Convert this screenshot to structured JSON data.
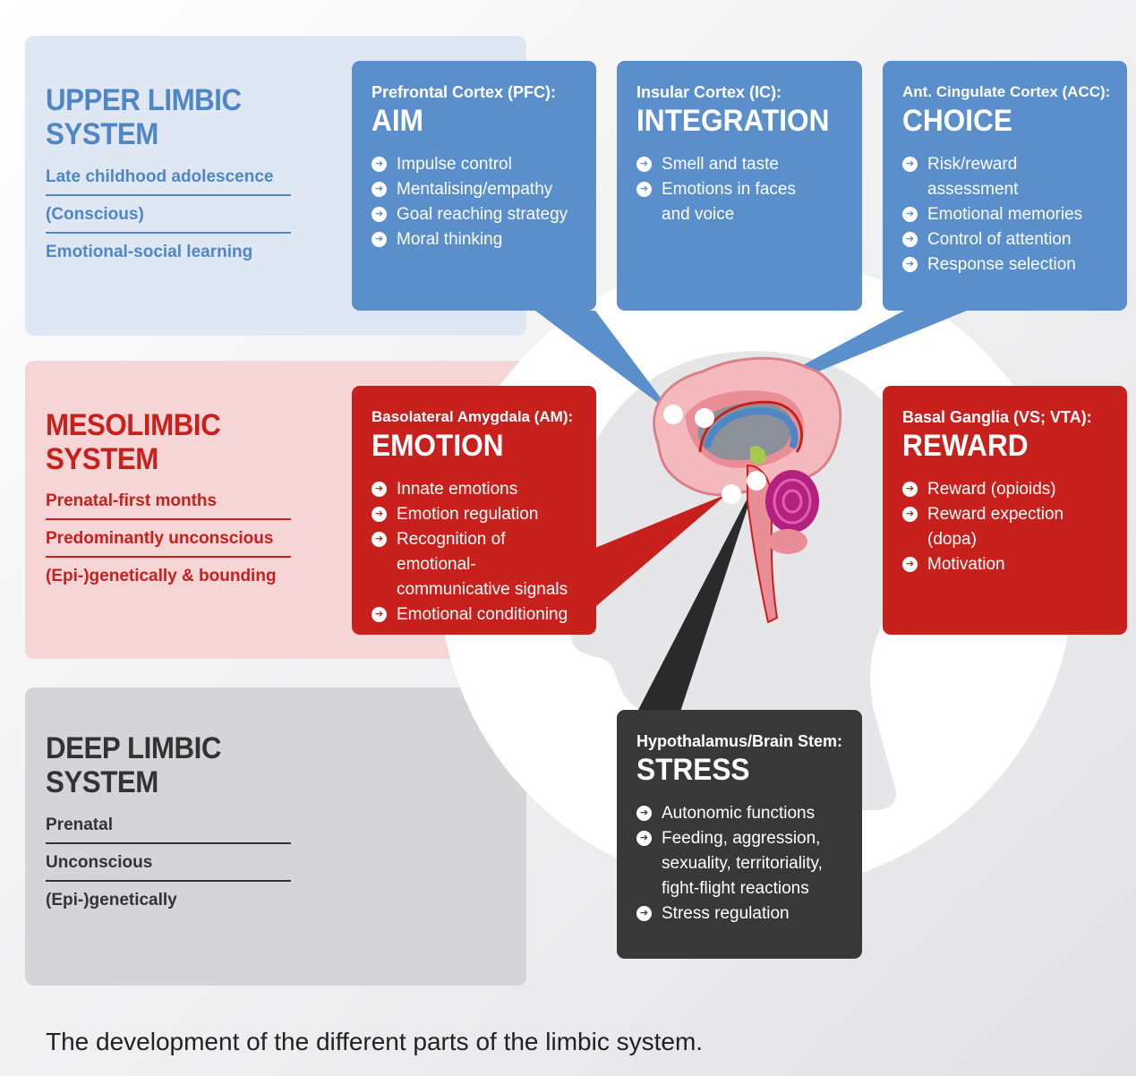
{
  "colors": {
    "upper": "#5a8fcc",
    "meso": "#c8201c",
    "deep": "#383838"
  },
  "systems": {
    "upper": {
      "title_l1": "UPPER LIMBIC",
      "title_l2": "SYSTEM",
      "items": [
        "Late childhood adolescence",
        "(Conscious)",
        "Emotional-social learning"
      ]
    },
    "meso": {
      "title_l1": "MESOLIMBIC",
      "title_l2": "SYSTEM",
      "items": [
        "Prenatal-first months",
        "Predominantly unconscious",
        "(Epi-)genetically & bounding"
      ]
    },
    "deep": {
      "title_l1": "DEEP LIMBIC",
      "title_l2": "SYSTEM",
      "items": [
        "Prenatal",
        "Unconscious",
        "(Epi-)genetically"
      ]
    }
  },
  "cards": {
    "pfc": {
      "sub": "Prefrontal Cortex (PFC):",
      "title": "AIM",
      "items": [
        "Impulse control",
        "Mentalising/empathy",
        "Goal reaching strategy",
        "Moral thinking"
      ]
    },
    "ic": {
      "sub": "Insular Cortex (IC):",
      "title": "INTEGRATION",
      "items": [
        "Smell and taste",
        "Emotions in faces\nand voice"
      ]
    },
    "acc": {
      "sub": "Ant. Cingulate Cortex (ACC):",
      "title": "CHOICE",
      "items": [
        "Risk/reward assessment",
        "Emotional memories",
        "Control of attention",
        "Response selection"
      ]
    },
    "am": {
      "sub": "Basolateral Amygdala (AM):",
      "title": "EMOTION",
      "items": [
        "Innate emotions",
        "Emotion regulation",
        "Recognition of emotional-\ncommunicative signals",
        "Emotional conditioning"
      ]
    },
    "bg": {
      "sub": "Basal Ganglia (VS; VTA):",
      "title": "REWARD",
      "items": [
        "Reward (opioids)",
        "Reward expection (dopa)",
        "Motivation"
      ]
    },
    "hyp": {
      "sub": "Hypothalamus/Brain Stem:",
      "title": "STRESS",
      "items": [
        "Autonomic functions",
        "Feeding, aggression,\nsexuality, territoriality,\nfight-flight reactions",
        "Stress regulation"
      ]
    }
  },
  "caption": "The development of the different parts of the limbic system."
}
